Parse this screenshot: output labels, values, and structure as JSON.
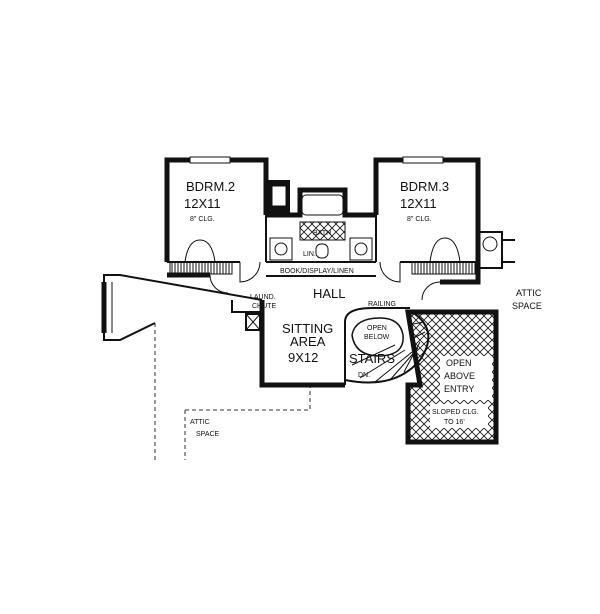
{
  "rooms": {
    "bdrm2": {
      "name": "BDRM.2",
      "size": "12X11",
      "ceiling": "8\" CLG."
    },
    "bdrm3": {
      "name": "BDRM.3",
      "size": "12X11",
      "ceiling": "8\" CLG."
    },
    "bath": {
      "name": "BATH",
      "linen": "LIN."
    },
    "hall": {
      "name": "HALL"
    },
    "sitting": {
      "line1": "SITTING",
      "line2": "AREA",
      "size": "9X12"
    },
    "stairs": {
      "name": "STAIRS",
      "dn": "DN."
    },
    "open_below": {
      "line1": "OPEN",
      "line2": "BELOW"
    },
    "open_above_entry": {
      "line1": "OPEN",
      "line2": "ABOVE",
      "line3": "ENTRY",
      "ceiling1": "SLOPED CLG.",
      "ceiling2": "TO 16'"
    }
  },
  "labels": {
    "book_display_linen": "BOOK/DISPLAY/LINEN",
    "laund_chute_1": "LAUND.",
    "laund_chute_2": "CHUTE",
    "railing": "RAILING",
    "attic_right_1": "ATTIC",
    "attic_right_2": "SPACE",
    "attic_left_1": "ATTIC",
    "attic_left_2": "SPACE"
  }
}
